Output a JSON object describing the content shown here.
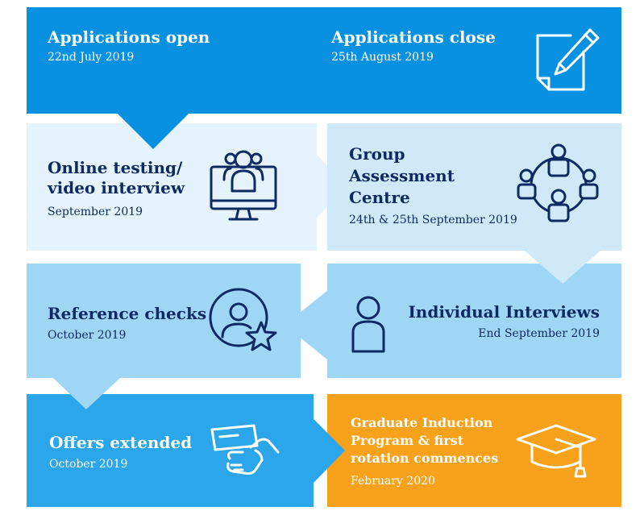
{
  "colors": {
    "blue_dark": "#0791e0",
    "blue_light": "#e4f3fc",
    "blue_mid": "#cfe9f9",
    "blue_sky": "#9fd6f5",
    "blue_bright": "#2ba6ea",
    "orange": "#f8a21b",
    "navy": "#0e2a63",
    "white": "#ffffff"
  },
  "stages": [
    {
      "title": "Applications open",
      "date": "22nd July 2019"
    },
    {
      "title": "Applications close",
      "date": "25th August 2019",
      "icon": "pencil-paper-icon"
    },
    {
      "title_lines": [
        "Online testing/",
        "video interview"
      ],
      "date": "September 2019",
      "icon": "monitor-user-icon"
    },
    {
      "title_lines": [
        "Group",
        "Assessment",
        "Centre"
      ],
      "date": "24th & 25th September 2019",
      "icon": "group-network-icon"
    },
    {
      "title": "Reference checks",
      "date": "October 2019",
      "icon": "user-star-icon"
    },
    {
      "title": "Individual Interviews",
      "date": "End September 2019",
      "icon": "person-icon"
    },
    {
      "title": "Offers extended",
      "date": "October 2019",
      "icon": "handshake-card-icon"
    },
    {
      "title_lines": [
        "Graduate Induction",
        "Program & first",
        "rotation commences"
      ],
      "date": "February 2020",
      "icon": "graduation-cap-icon"
    }
  ]
}
